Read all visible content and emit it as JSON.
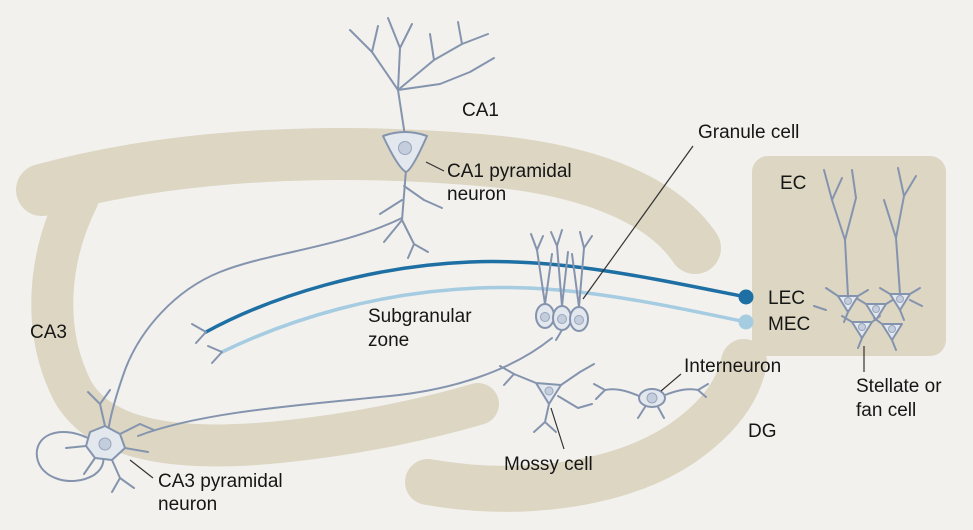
{
  "labels": {
    "ca1": "CA1",
    "ca1_pyramidal": [
      "CA1 pyramidal",
      "neuron"
    ],
    "granule_cell": "Granule cell",
    "ec": "EC",
    "lec": "LEC",
    "mec": "MEC",
    "ca3": "CA3",
    "subgranular_zone": [
      "Subgranular",
      "zone"
    ],
    "interneuron": "Interneuron",
    "stellate_fan": [
      "Stellate or",
      "fan cell"
    ],
    "mossy_cell": "Mossy cell",
    "dg": "DG",
    "ca3_pyramidal": [
      "CA3 pyramidal",
      "neuron"
    ]
  },
  "colors": {
    "background": "#f2f1ed",
    "band": "#dcd6c3",
    "neuron_outline": "#8594ae",
    "lec": "#1e6fa3",
    "mec": "#a6cce1",
    "text": "#161616"
  }
}
